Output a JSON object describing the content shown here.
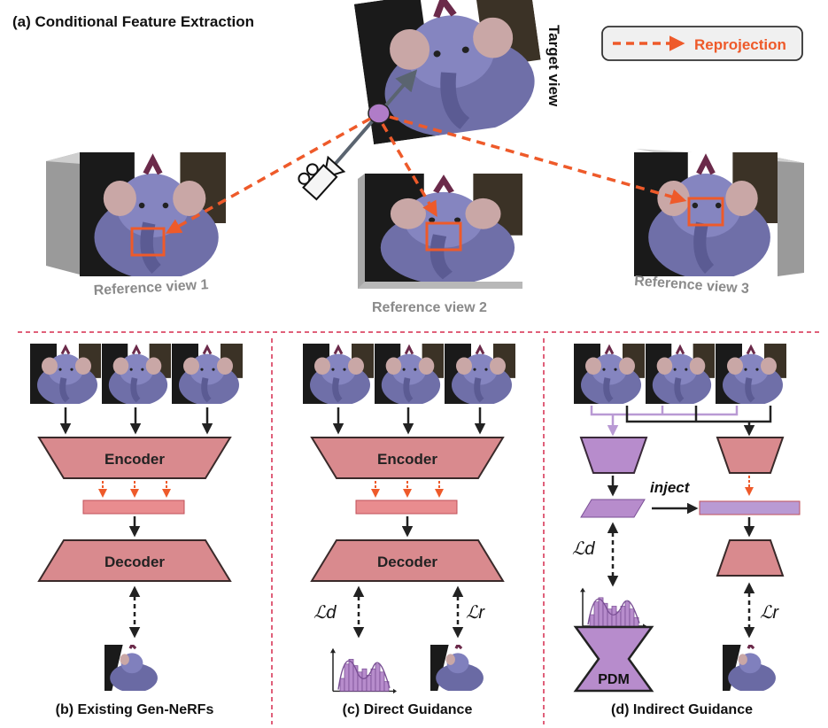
{
  "panel_a": {
    "title": "(a) Conditional Feature Extraction",
    "target_view_label": "Target view",
    "legend_label": "Reprojection",
    "reference_labels": [
      "Reference view 1",
      "Reference view 2",
      "Reference view 3"
    ]
  },
  "panel_b": {
    "caption": "(b) Existing Gen-NeRFs",
    "encoder_label": "Encoder",
    "decoder_label": "Decoder"
  },
  "panel_c": {
    "caption": "(c) Direct Guidance",
    "encoder_label": "Encoder",
    "decoder_label": "Decoder",
    "loss_d": "ℒd",
    "loss_r": "ℒr"
  },
  "panel_d": {
    "caption": "(d) Indirect Guidance",
    "inject_label": "inject",
    "loss_d": "ℒd",
    "loss_r": "ℒr",
    "pdm_label": "PDM"
  },
  "colors": {
    "reprojection": "#ee5a2a",
    "encoder_fill": "#d98a8e",
    "encoder_stroke": "#3a2a2a",
    "feature_fill": "#e98c8f",
    "purple_fill": "#b78ccc",
    "purple_light": "#b99ad4",
    "divider": "#e0607a",
    "caption_gray": "#8a8a8a"
  },
  "icons": [
    "camera-icon",
    "histogram-icon",
    "elephant-photo"
  ]
}
